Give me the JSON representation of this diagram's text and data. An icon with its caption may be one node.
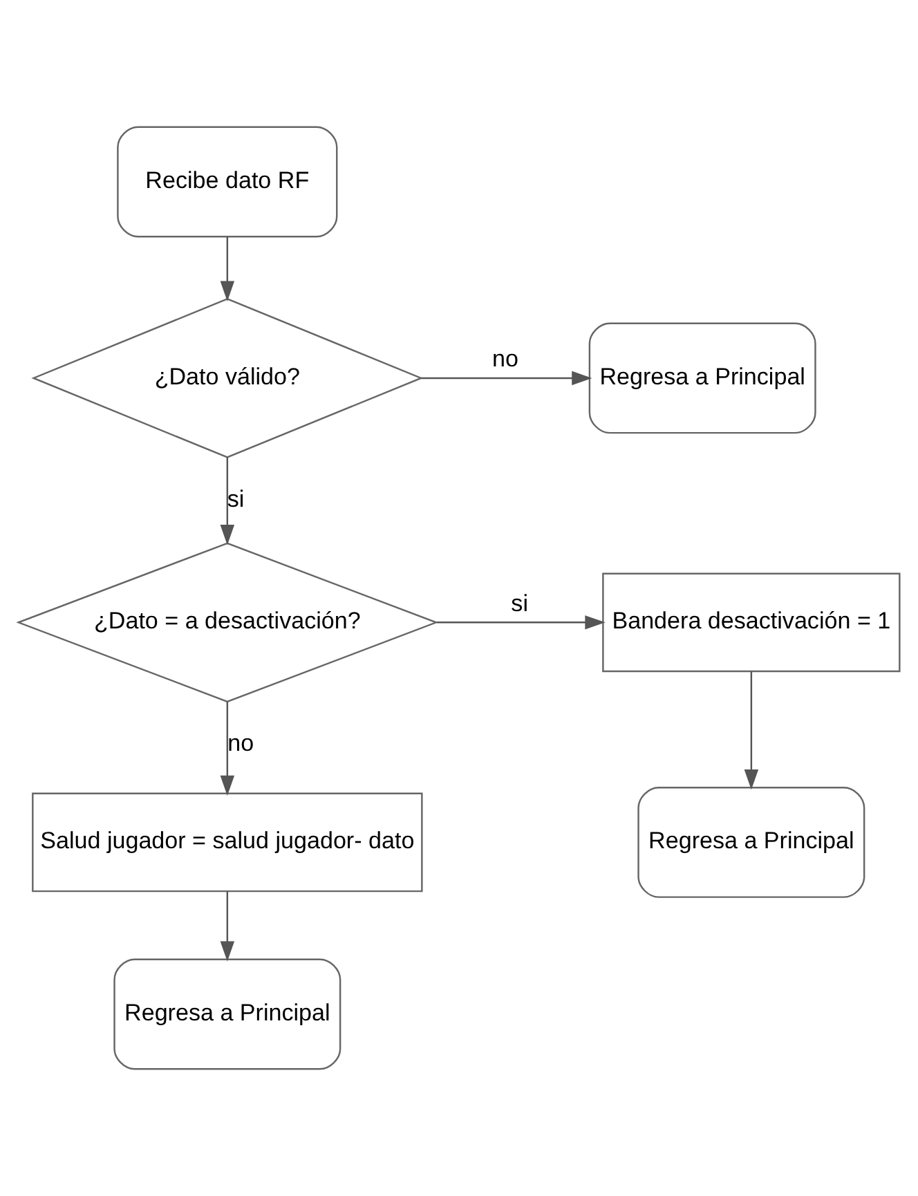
{
  "diagram": {
    "nodes": [
      {
        "text": [
          "Recibe dato RF"
        ]
      },
      {
        "text": [
          "¿Dato válido?"
        ]
      },
      {
        "text": [
          "Regresa a Principal"
        ]
      },
      {
        "text": [
          "¿Dato = a desactivación?"
        ]
      },
      {
        "text": [
          "Bandera desactivación = 1"
        ]
      },
      {
        "text": [
          "Regresa a Principal"
        ]
      },
      {
        "text": [
          "Salud jugador = salud jugador- dato"
        ]
      },
      {
        "text": [
          "Regresa a Principal"
        ]
      }
    ],
    "edges": [
      {
        "from": 0,
        "to": 1,
        "arrow": "to"
      },
      {
        "from": 1,
        "to": 2,
        "label": "no",
        "arrow": "to"
      },
      {
        "from": 1,
        "to": 3,
        "label": "si",
        "arrow": "to"
      },
      {
        "from": 3,
        "to": 4,
        "label": "si",
        "arrow": "to"
      },
      {
        "from": 4,
        "to": 5,
        "arrow": "to"
      },
      {
        "from": 3,
        "to": 6,
        "label": "no",
        "arrow": "to"
      },
      {
        "from": 6,
        "to": 7,
        "arrow": "to"
      }
    ]
  }
}
